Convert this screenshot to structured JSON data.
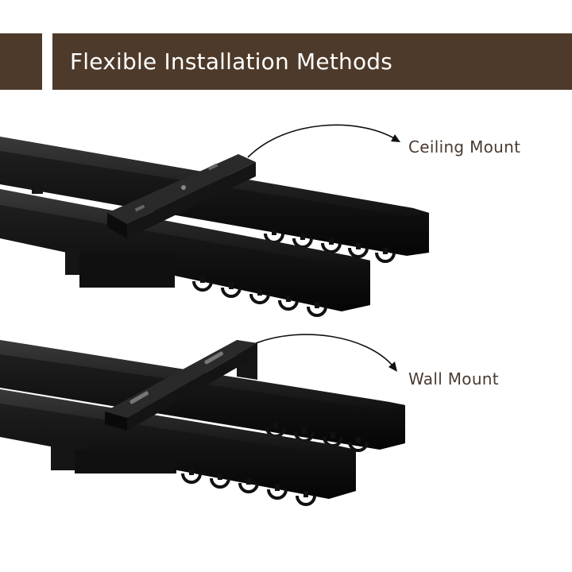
{
  "banner": {
    "title": "Flexible Installation Methods",
    "color": "#4e3a2a"
  },
  "callouts": {
    "ceiling": "Ceiling Mount",
    "wall": "Wall Mount",
    "color": "#4a3b30"
  },
  "product": {
    "rail_color": "#1a1a1a",
    "icon": "curtain-track-icon"
  }
}
